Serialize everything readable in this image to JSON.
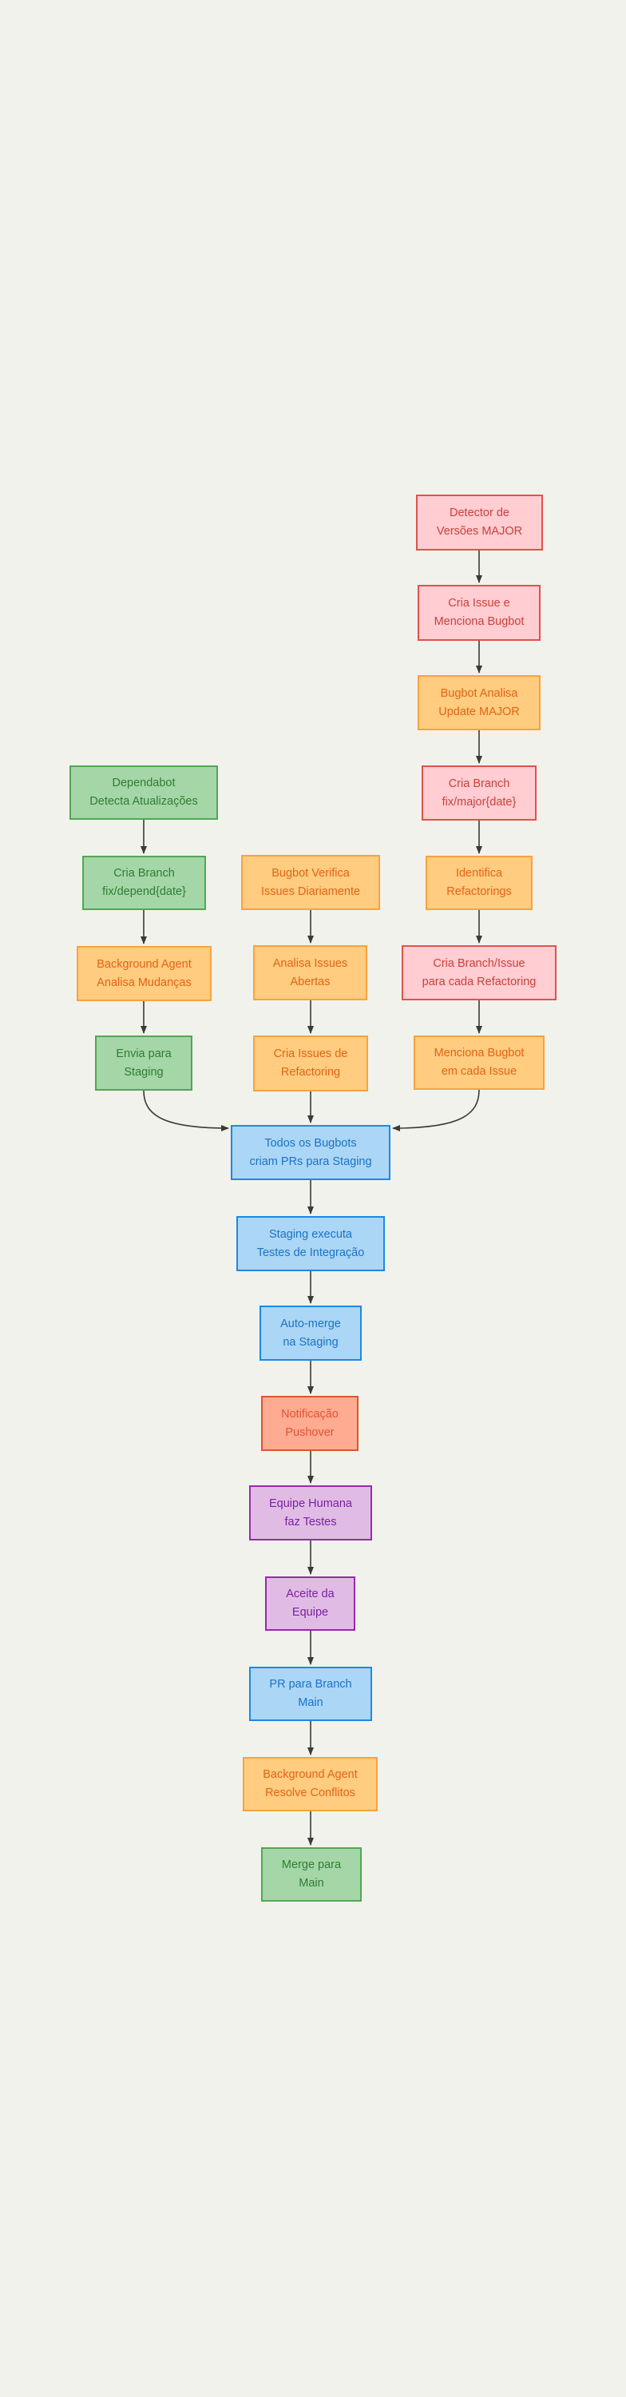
{
  "background": "#F1F2EB",
  "palette": {
    "pink": {
      "fill": "#FFCDD2",
      "stroke": "#E0524B",
      "text": "#CB403B"
    },
    "orange": {
      "fill": "#FFCC80",
      "stroke": "#F9A23C",
      "text": "#E26414"
    },
    "green": {
      "fill": "#A5D6A7",
      "stroke": "#52A654",
      "text": "#2E7D32"
    },
    "blue": {
      "fill": "#ABD6F5",
      "stroke": "#1E88E5",
      "text": "#1A73C9"
    },
    "salmon": {
      "fill": "#FFAB91",
      "stroke": "#DE5431",
      "text": "#DE5431"
    },
    "purple": {
      "fill": "#E0BCE5",
      "stroke": "#9C27B0",
      "text": "#7B1FA2"
    },
    "arrow": "#3A3A3A"
  },
  "nodes": {
    "detector_versoes_major": "Detector de\nVersões MAJOR",
    "cria_issue_menciona_bugbot": "Cria Issue e\nMenciona Bugbot",
    "bugbot_analisa_update_major": "Bugbot Analisa\nUpdate MAJOR",
    "cria_branch_fix_major": "Cria Branch\nfix/major{date}",
    "identifica_refactorings": "Identifica\nRefactorings",
    "cria_branch_issue_refactoring": "Cria Branch/Issue\npara cada Refactoring",
    "menciona_bugbot_cada_issue": "Menciona Bugbot\nem cada Issue",
    "dependabot_detecta": "Dependabot\nDetecta Atualizações",
    "cria_branch_fix_depend": "Cria Branch\nfix/depend{date}",
    "background_agent_analisa": "Background Agent\nAnalisa Mudanças",
    "envia_para_staging": "Envia para\nStaging",
    "bugbot_verifica_issues": "Bugbot Verifica\nIssues Diariamente",
    "analisa_issues_abertas": "Analisa Issues\nAbertas",
    "cria_issues_refactoring": "Cria Issues de\nRefactoring",
    "todos_bugbots_prs_staging": "Todos os Bugbots\ncriam PRs para Staging",
    "staging_executa_testes": "Staging executa\nTestes de Integração",
    "auto_merge_staging": "Auto-merge\nna Staging",
    "notificacao_pushover": "Notificação\nPushover",
    "equipe_humana_testes": "Equipe Humana\nfaz Testes",
    "aceite_da_equipe": "Aceite da\nEquipe",
    "pr_para_branch_main": "PR para Branch\nMain",
    "background_agent_resolve": "Background Agent\nResolve Conflitos",
    "merge_para_main": "Merge para\nMain"
  }
}
